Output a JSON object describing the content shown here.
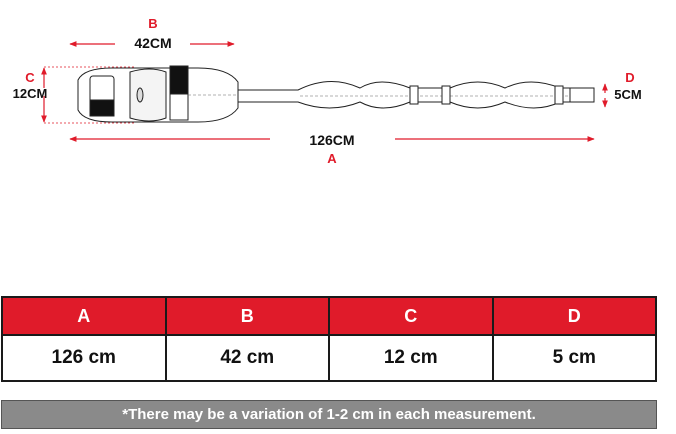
{
  "dimensions": {
    "a": {
      "letter": "A",
      "value": "126CM"
    },
    "b": {
      "letter": "B",
      "value": "42CM"
    },
    "c": {
      "letter": "C",
      "value": "12CM"
    },
    "d": {
      "letter": "D",
      "value": "5CM"
    }
  },
  "table": {
    "headers": [
      "A",
      "B",
      "C",
      "D"
    ],
    "values": [
      "126 cm",
      "42 cm",
      "12 cm",
      "5 cm"
    ]
  },
  "note": "*There may be a variation of 1-2 cm in each measurement.",
  "colors": {
    "accent": "#e01b2a",
    "note_bg": "#8a8a8a",
    "text": "#111111"
  }
}
